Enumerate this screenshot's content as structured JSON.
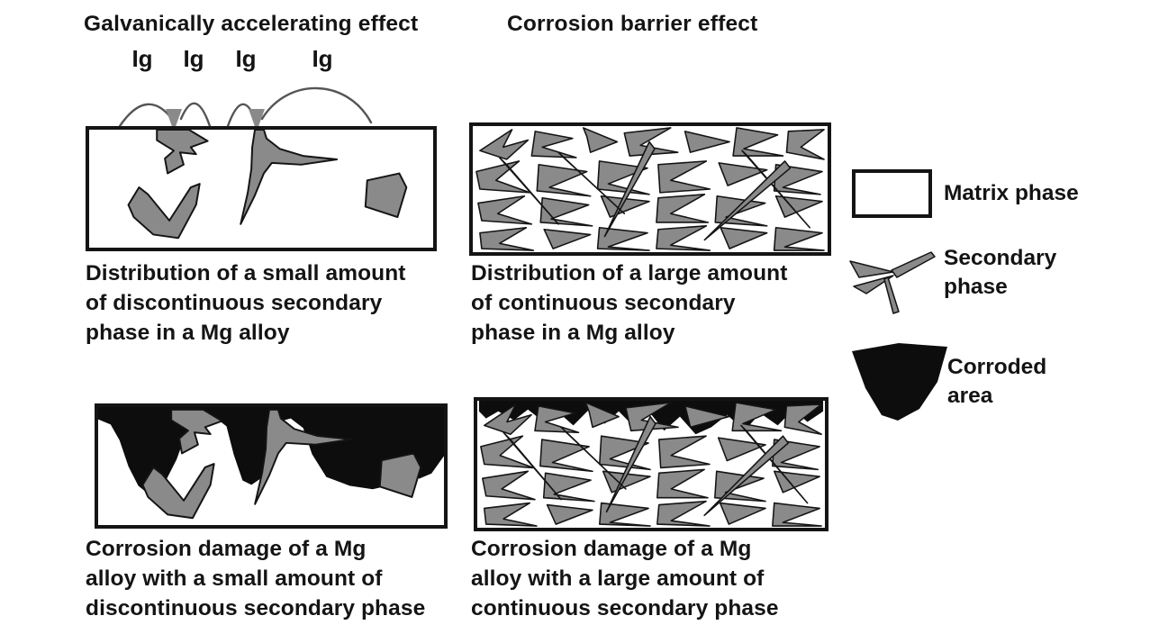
{
  "figure": {
    "section_titles": {
      "left": "Galvanically accelerating effect",
      "right": "Corrosion barrier effect"
    },
    "current_labels": [
      "Ig",
      "Ig",
      "Ig",
      "Ig"
    ],
    "panels": [
      {
        "id": "distribution-small",
        "caption_lines": [
          "Distribution of a small amount",
          "of discontinuous secondary",
          "phase in a Mg alloy"
        ]
      },
      {
        "id": "distribution-large",
        "caption_lines": [
          "Distribution of a large amount",
          "of continuous secondary",
          "phase in a Mg alloy"
        ]
      },
      {
        "id": "damage-small",
        "caption_lines": [
          "Corrosion damage of a Mg",
          "alloy with a small amount of",
          "discontinuous secondary phase"
        ]
      },
      {
        "id": "damage-large",
        "caption_lines": [
          "Corrosion damage of a Mg",
          "alloy with a large amount of",
          "continuous secondary phase"
        ]
      }
    ],
    "legend": {
      "items": [
        {
          "icon": "matrix-phase-swatch",
          "lines": [
            "Matrix phase"
          ]
        },
        {
          "icon": "secondary-phase-swatch",
          "lines": [
            "Secondary",
            "phase"
          ]
        },
        {
          "icon": "corroded-area-swatch",
          "lines": [
            "Corroded",
            "area"
          ]
        }
      ]
    },
    "colors": {
      "matrix": "#ffffff",
      "secondary_phase": "#8a8a8a",
      "corroded_area": "#0d0d0d",
      "outline": "#141414",
      "text": "#141414"
    }
  }
}
